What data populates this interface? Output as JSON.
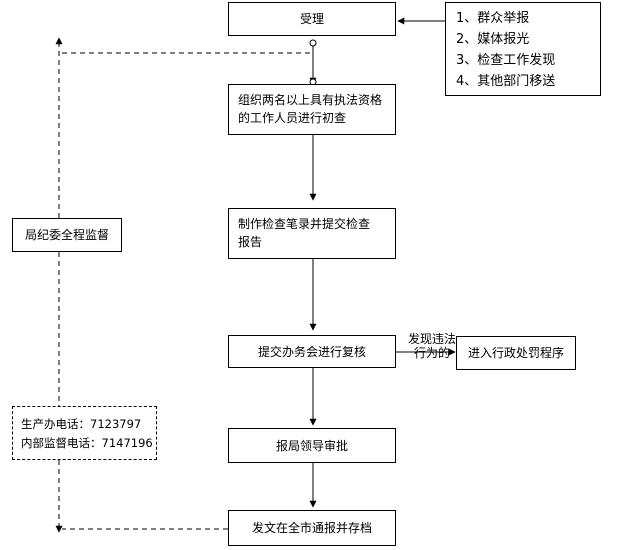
{
  "nodes": {
    "accept": "受理",
    "sources": [
      "1、群众举报",
      "2、媒体报光",
      "3、检查工作发现",
      "4、其他部门移送"
    ],
    "initial_check": [
      "组织两名以上具有执法资格",
      "的工作人员进行初查"
    ],
    "record": [
      "制作检查笔录并提交检查",
      "报告"
    ],
    "review": "提交办务会进行复核",
    "edge_label": [
      "发现违法",
      "行为的"
    ],
    "penalty": "进入行政处罚程序",
    "leader": "报局领导审批",
    "publish": "发文在全市通报并存档",
    "supervise": "局纪委全程监督",
    "phones": [
      "生产办电话：7123797",
      "内部监督电话：7147196"
    ]
  }
}
